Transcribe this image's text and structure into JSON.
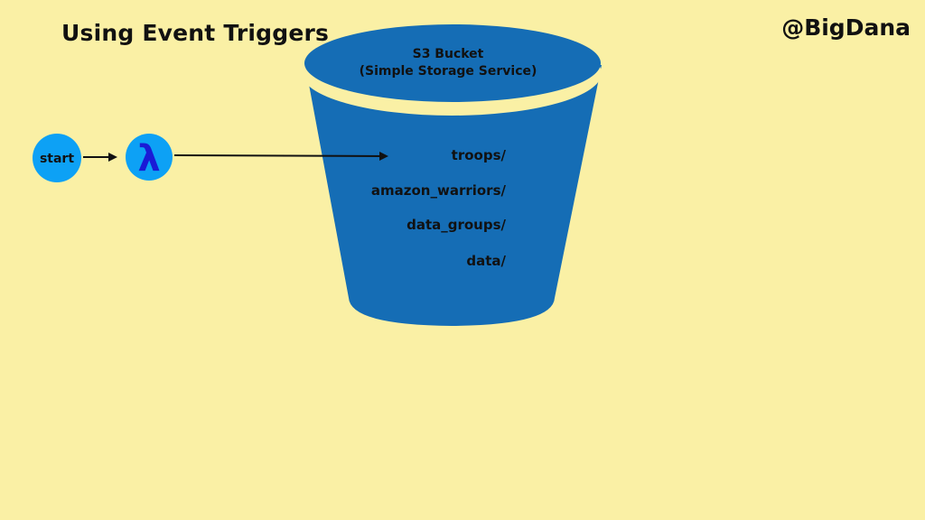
{
  "title": "Using Event Triggers",
  "author": "@BigDana",
  "start_node": {
    "label": "start",
    "color": "#0da1f5"
  },
  "lambda_node": {
    "symbol": "λ",
    "color": "#0da1f5",
    "symbol_color": "#1a1ad6"
  },
  "bucket": {
    "title_line1": "S3 Bucket",
    "title_line2": "(Simple Storage Service)",
    "color": "#156db5",
    "rim_color": "#faf0a5",
    "folders": [
      "troops/",
      "amazon_warriors/",
      "data_groups/",
      "data/"
    ]
  }
}
